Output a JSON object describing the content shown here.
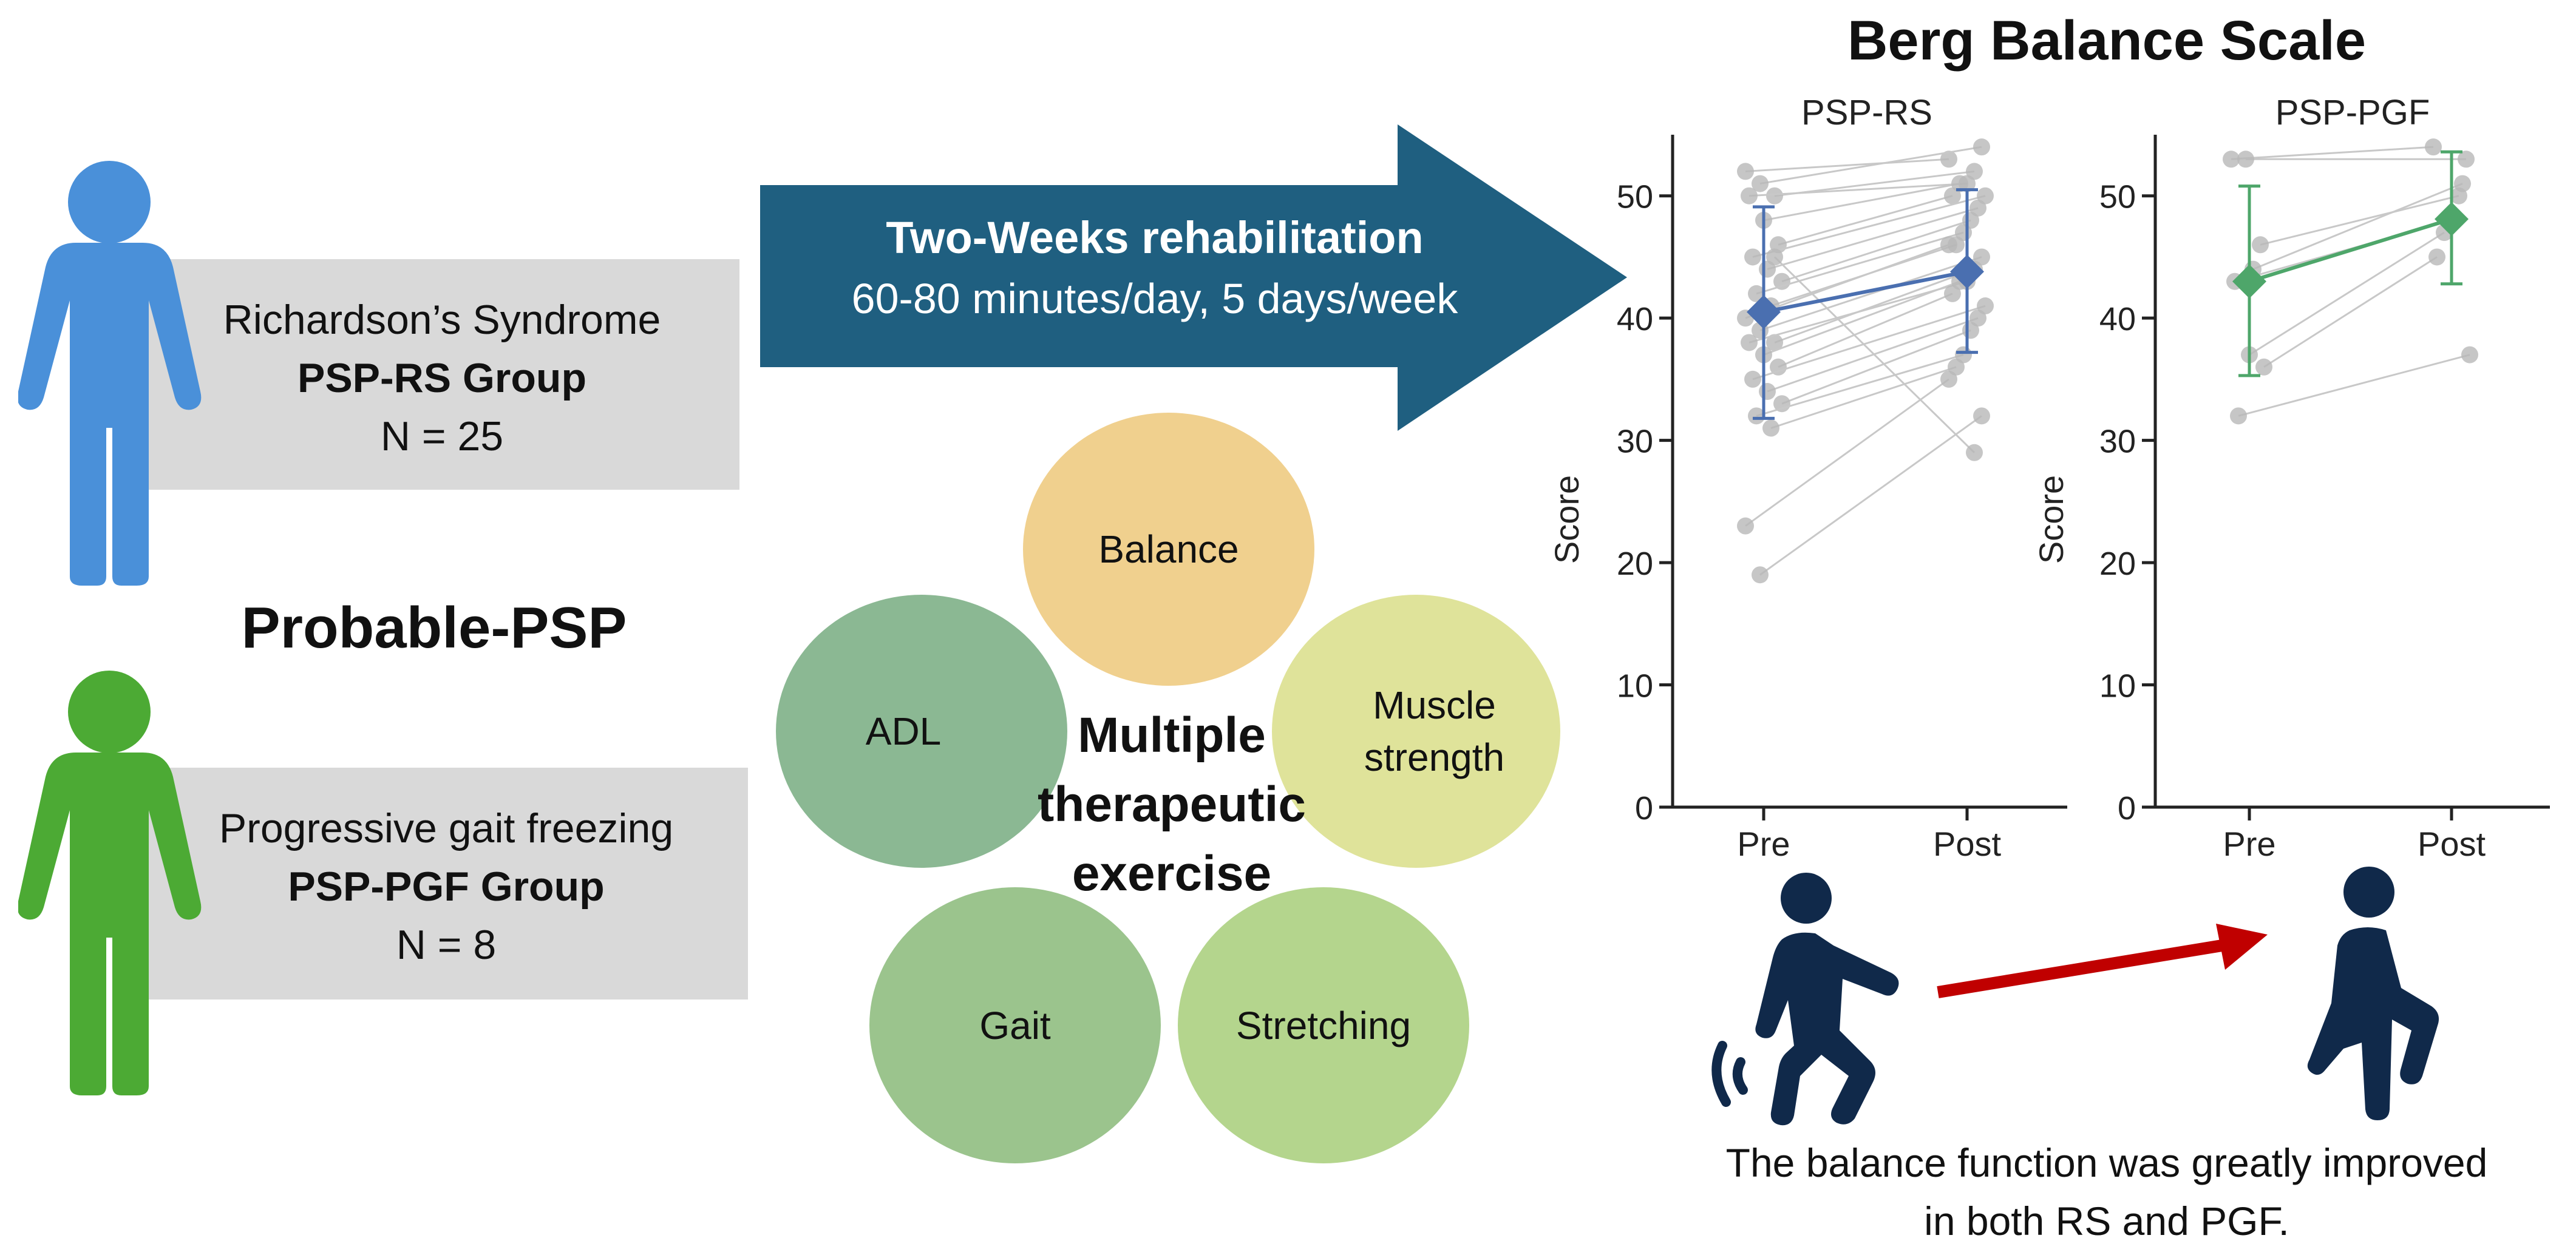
{
  "left": {
    "rs_box": {
      "line1": "Richardson’s Syndrome",
      "line2": "PSP-RS Group",
      "line3": "N = 25",
      "color": "#4a90d9"
    },
    "pgf_box": {
      "line1": "Progressive gait freezing",
      "line2": "PSP-PGF Group",
      "line3": "N = 8",
      "color": "#4caa34"
    },
    "title": "Probable-PSP"
  },
  "arrow": {
    "title": "Two-Weeks rehabilitation",
    "subtitle": "60-80 minutes/day, 5 days/week",
    "color": "#1f5f80"
  },
  "exercise": {
    "center": [
      "Multiple",
      "therapeutic",
      "exercise"
    ],
    "circles": [
      {
        "label": "Balance",
        "color": "#f0d08e"
      },
      {
        "label": "Muscle strength",
        "line1": "Muscle",
        "line2": "strength",
        "color": "#dfe39a"
      },
      {
        "label": "ADL",
        "color": "#8bb893"
      },
      {
        "label": "Gait",
        "color": "#9bc48d"
      },
      {
        "label": "Stretching",
        "color": "#b4d58d"
      }
    ]
  },
  "results": {
    "main_title": "Berg Balance Scale",
    "footer_line1": "The balance function was greatly improved",
    "footer_line2": "in both RS and PGF.",
    "arrow_color": "#c00000",
    "figure_color": "#10294a"
  },
  "chart_data": [
    {
      "type": "scatter",
      "title": "PSP-RS",
      "ylabel": "Score",
      "categories": [
        "Pre",
        "Post"
      ],
      "ylim": [
        0,
        55
      ],
      "yticks": [
        0,
        10,
        20,
        30,
        40,
        50
      ],
      "color": "#4a6fb0",
      "marker": "diamond",
      "mean": [
        40.5,
        43.8
      ],
      "error": [
        [
          31.8,
          49.1
        ],
        [
          37.2,
          50.5
        ]
      ],
      "individual": [
        [
          52,
          53
        ],
        [
          51,
          54
        ],
        [
          50,
          52
        ],
        [
          50,
          51
        ],
        [
          48,
          51
        ],
        [
          46,
          50
        ],
        [
          45,
          50
        ],
        [
          44,
          49
        ],
        [
          43,
          48
        ],
        [
          42,
          47
        ],
        [
          41,
          46
        ],
        [
          40,
          46
        ],
        [
          39,
          45
        ],
        [
          38,
          44
        ],
        [
          38,
          43
        ],
        [
          37,
          43
        ],
        [
          36,
          42
        ],
        [
          35,
          41
        ],
        [
          34,
          40
        ],
        [
          33,
          39
        ],
        [
          32,
          37
        ],
        [
          31,
          36
        ],
        [
          23,
          35
        ],
        [
          19,
          32
        ],
        [
          45,
          29
        ]
      ]
    },
    {
      "type": "scatter",
      "title": "PSP-PGF",
      "ylabel": "Score",
      "categories": [
        "Pre",
        "Post"
      ],
      "ylim": [
        0,
        55
      ],
      "yticks": [
        0,
        10,
        20,
        30,
        40,
        50
      ],
      "color": "#4ea66a",
      "marker": "diamond",
      "mean": [
        43.0,
        48.1
      ],
      "error": [
        [
          35.3,
          50.8
        ],
        [
          42.8,
          53.6
        ]
      ],
      "individual": [
        [
          53,
          54
        ],
        [
          53,
          53
        ],
        [
          46,
          50
        ],
        [
          43,
          48
        ],
        [
          37,
          47
        ],
        [
          36,
          45
        ],
        [
          32,
          37
        ],
        [
          44,
          51
        ]
      ]
    }
  ]
}
